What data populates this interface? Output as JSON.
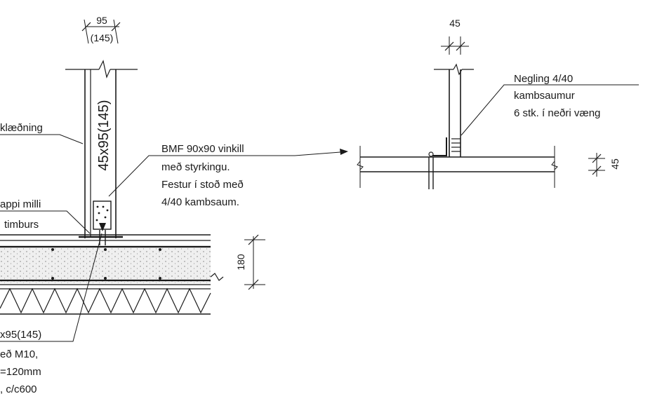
{
  "left_detail": {
    "top_dims": {
      "value": "95",
      "value_paren": "(145)"
    },
    "stud_label": "45x95(145)",
    "dim_180": "180",
    "notes": {
      "cladding": "klæðning",
      "gap_1": "appi milli",
      "gap_2": "timburs",
      "bracket_1": "BMF 90x90 vinkill",
      "bracket_2": "með styrkingu.",
      "bracket_3": "Festur í stoð með",
      "bracket_4": "4/40 kambsaum.",
      "plate_1": "x95(145)",
      "plate_2": "eð M10,",
      "plate_3": "=120mm",
      "plate_4": ", c/c600"
    }
  },
  "right_detail": {
    "dim_top": "45",
    "dim_side": "45",
    "nail_note_1": "Negling 4/40",
    "nail_note_2": "kambsaumur",
    "nail_note_3": "6 stk. í neðri væng"
  }
}
